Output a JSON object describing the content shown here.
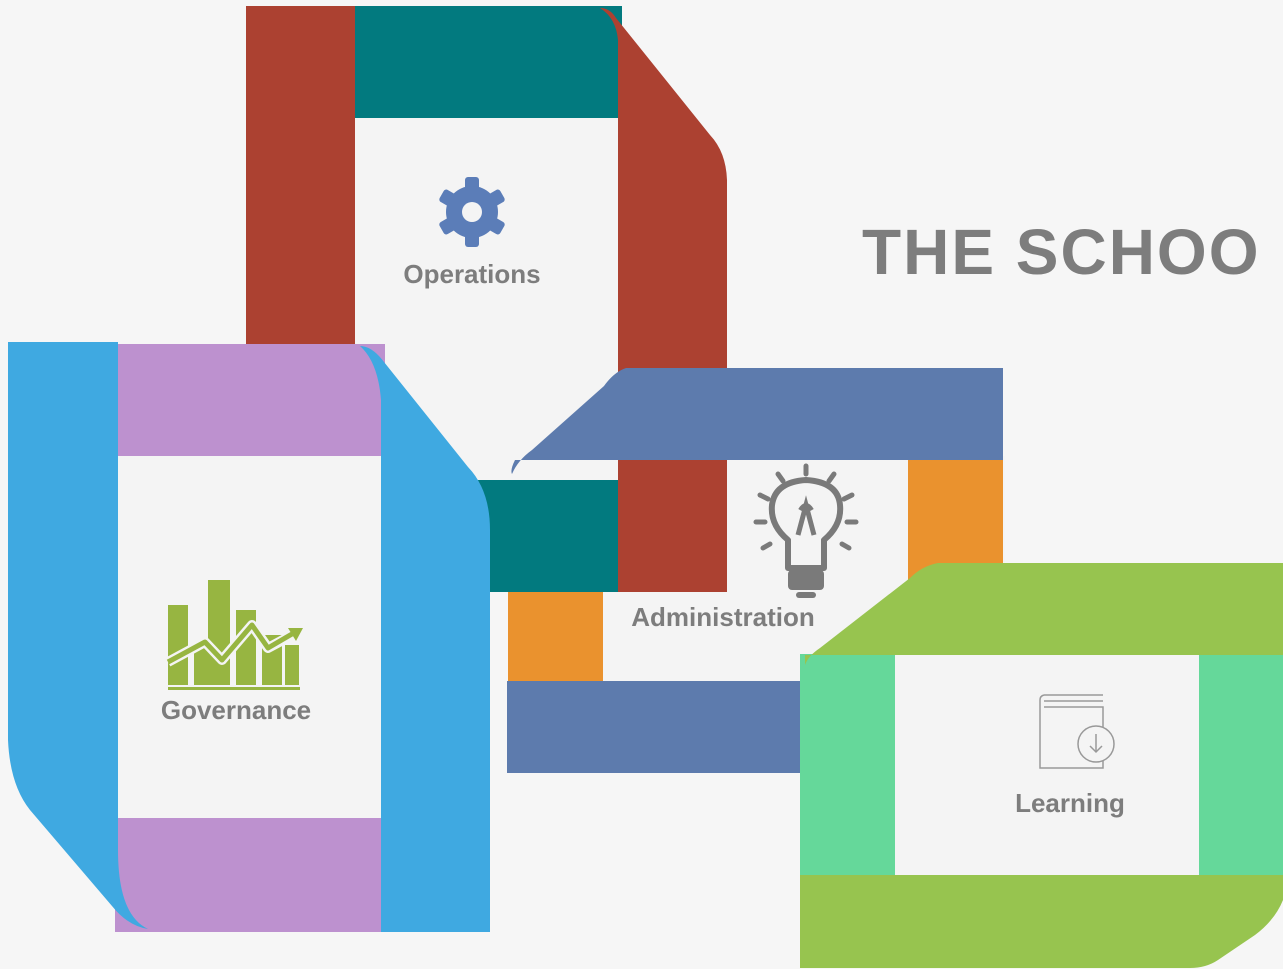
{
  "title": "THE SCHOO",
  "modules": {
    "operations": {
      "label": "Operations",
      "icon": "gear-icon"
    },
    "governance": {
      "label": "Governance",
      "icon": "growth-chart-icon"
    },
    "administration": {
      "label": "Administration",
      "icon": "lightbulb-icon"
    },
    "learning": {
      "label": "Learning",
      "icon": "download-book-icon"
    }
  },
  "colors": {
    "background": "#f6f6f6",
    "panel": "#f4f4f4",
    "operations_side": "#ac4131",
    "operations_top": "#027a7f",
    "governance_side": "#3fa9e1",
    "governance_top": "#bd91cf",
    "administration_side": "#ea922e",
    "administration_top": "#5d7bad",
    "learning_side": "#65d89a",
    "learning_top": "#97c44f",
    "gear": "#5b7db8",
    "chart": "#97b541",
    "bulb": "#7a7a7a",
    "book": "#999999",
    "label": "#7d7d7d",
    "title": "#7d7d7d"
  }
}
